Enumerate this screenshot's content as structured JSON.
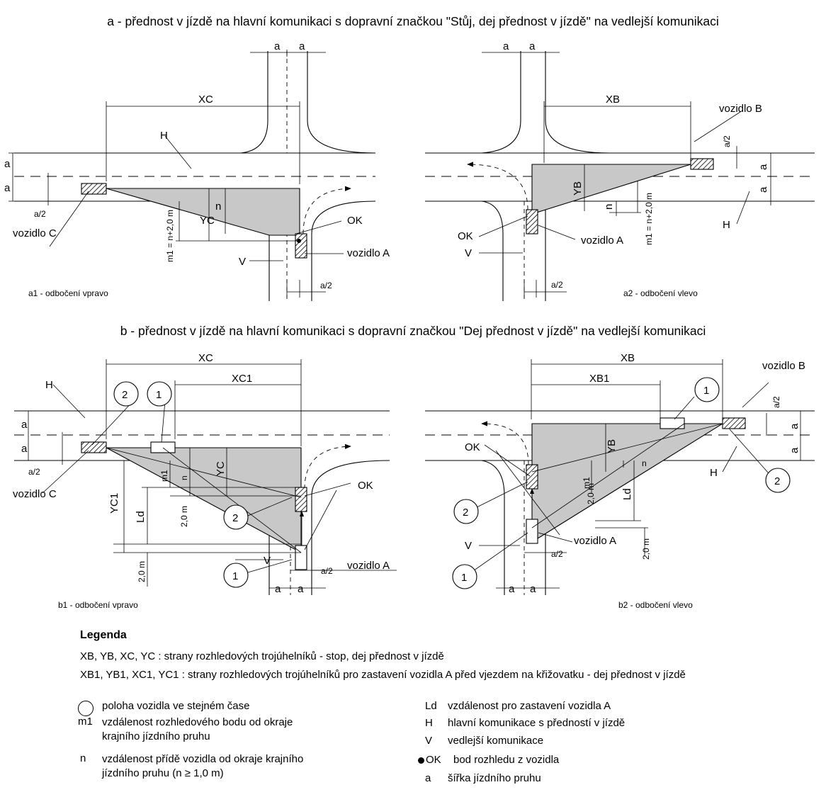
{
  "headings": {
    "a": "a - přednost v jízdě na hlavní komunikaci s dopravní značkou \"Stůj, dej přednost v jízdě\" na vedlejší komunikaci",
    "b": "b - přednost v jízdě na hlavní komunikaci s dopravní značkou \"Dej přednost v jízdě\" na vedlejší komunikaci"
  },
  "captions": {
    "a1": "a1 - odbočení vpravo",
    "a2": "a2 - odbočení vlevo",
    "b1": "b1 - odbočení vpravo",
    "b2": "b2 - odbočení vlevo"
  },
  "labels": {
    "a": "a",
    "a_half": "a/2",
    "H": "H",
    "V": "V",
    "OK": "OK",
    "XC": "XC",
    "XB": "XB",
    "XC1": "XC1",
    "XB1": "XB1",
    "YC": "YC",
    "YB": "YB",
    "YC1": "YC1",
    "n": "n",
    "m1": "m1",
    "m1_formula": "m1 = n+2,0 m",
    "two_m": "2,0 m",
    "Ld": "Ld",
    "one": "1",
    "two": "2",
    "vozidlo_A": "vozidlo A",
    "vozidlo_B": "vozidlo B",
    "vozidlo_C": "vozidlo C"
  },
  "legend": {
    "title": "Legenda",
    "line1": "XB, YB, XC, YC : strany rozhledových trojúhelníků - stop, dej přednost v jízdě",
    "line2": "XB1, YB1, XC1, YC1 : strany rozhledových trojúhelníků pro zastavení vozidla A před vjezdem na křižovatku - dej přednost v jízdě",
    "circle_desc": "poloha vozidla ve stejném čase",
    "m1_key": "m1",
    "m1_desc": "vzdálenost rozhledového bodu od okraje krajního jízdního pruhu",
    "n_key": "n",
    "n_desc": "vzdálenost přídě vozidla od okraje krajního jízdního pruhu (n ≥ 1,0 m)",
    "Ld_key": "Ld",
    "Ld_desc": "vzdálenost pro zastavení vozidla A",
    "H_key": "H",
    "H_desc": "hlavní komunikace s předností v jízdě",
    "V_key": "V",
    "V_desc": "vedlejší komunikace",
    "OK_key": "OK",
    "OK_desc": "bod rozhledu z vozidla",
    "a_key": "a",
    "a_desc": "šířka jízdního pruhu"
  }
}
